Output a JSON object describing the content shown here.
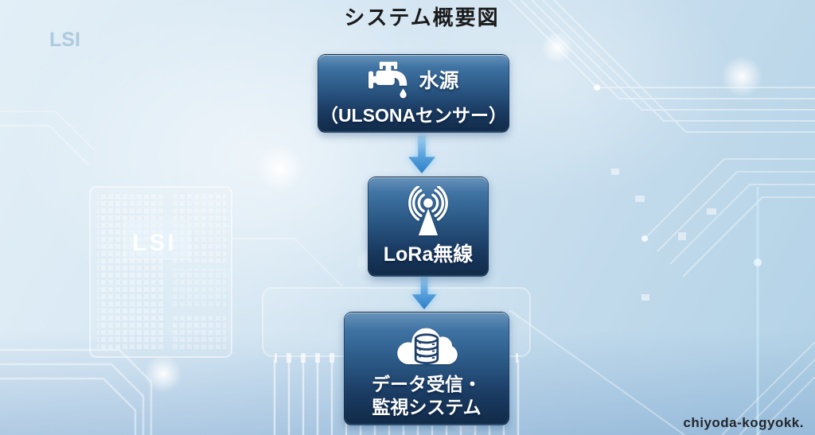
{
  "page": {
    "title": "システム概要図",
    "watermark": "chiyoda-kogyokk."
  },
  "background": {
    "description": "light blue printed circuit board with chip dies and traces",
    "chip_label": "LSI",
    "chip_label_faint": "LSI"
  },
  "flow": {
    "nodes": [
      {
        "name": "water-source",
        "icon": "faucet-icon",
        "label": "水源",
        "sublabel": "（ULSONAセンサー）"
      },
      {
        "name": "lora-wireless",
        "icon": "antenna-icon",
        "label": "LoRa無線"
      },
      {
        "name": "data-monitoring",
        "icon": "cloud-database-icon",
        "label": "データ受信・",
        "label2": "監視システム"
      }
    ],
    "connectors": [
      {
        "type": "arrow-down",
        "from": "water-source",
        "to": "lora-wireless"
      },
      {
        "type": "arrow-down",
        "from": "lora-wireless",
        "to": "data-monitoring"
      }
    ]
  },
  "colors": {
    "box_gradient_top": "#6793ba",
    "box_gradient_bottom": "#112a48",
    "box_text": "#ffffff",
    "arrow_top": "#a6d4f0",
    "arrow_bottom": "#2e7ec8",
    "background_base": "#cfe3f0",
    "title_text": "#1a1a1a",
    "watermark_text": "#23272e",
    "db_outline_on_cloud": "#1d4068"
  }
}
